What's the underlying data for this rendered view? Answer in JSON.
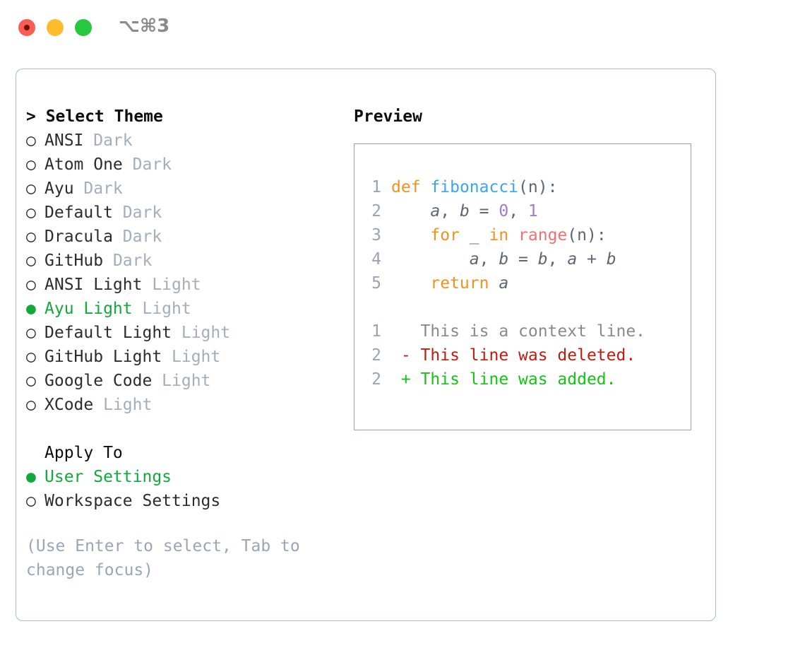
{
  "window": {
    "shortcut": "⌥⌘3",
    "traffic_lights": [
      "close",
      "minimize",
      "maximize"
    ],
    "colors": {
      "close": "#fb5d55",
      "minimize": "#fcbc2e",
      "maximize": "#27c83f",
      "panel_border": "#aeb8c6",
      "preview_border": "#94a3b3",
      "accent_selected": "#11a93c",
      "muted": "#a3aebb"
    }
  },
  "theme_section": {
    "prompt": ">",
    "title": "Select Theme",
    "selected_bullet": "●",
    "unselected_bullet": "○",
    "items": [
      {
        "name": "ANSI",
        "kind": "Dark",
        "selected": false
      },
      {
        "name": "Atom One",
        "kind": "Dark",
        "selected": false
      },
      {
        "name": "Ayu",
        "kind": "Dark",
        "selected": false
      },
      {
        "name": "Default",
        "kind": "Dark",
        "selected": false
      },
      {
        "name": "Dracula",
        "kind": "Dark",
        "selected": false
      },
      {
        "name": "GitHub",
        "kind": "Dark",
        "selected": false
      },
      {
        "name": "ANSI Light",
        "kind": "Light",
        "selected": false
      },
      {
        "name": "Ayu Light",
        "kind": "Light",
        "selected": true
      },
      {
        "name": "Default Light",
        "kind": "Light",
        "selected": false
      },
      {
        "name": "GitHub Light",
        "kind": "Light",
        "selected": false
      },
      {
        "name": "Google Code",
        "kind": "Light",
        "selected": false
      },
      {
        "name": "XCode",
        "kind": "Light",
        "selected": false
      }
    ]
  },
  "apply_section": {
    "title": "Apply To",
    "items": [
      {
        "name": "User Settings",
        "selected": true
      },
      {
        "name": "Workspace Settings",
        "selected": false
      }
    ]
  },
  "help": {
    "text": "(Use Enter to select, Tab to change focus)"
  },
  "preview": {
    "title": "Preview",
    "code": [
      {
        "lineno": "1",
        "tokens": [
          {
            "t": "def",
            "c": "kw"
          },
          {
            "t": " ",
            "c": "punct"
          },
          {
            "t": "fibonacci",
            "c": "fn"
          },
          {
            "t": "(n):",
            "c": "punct"
          }
        ]
      },
      {
        "lineno": "2",
        "tokens": [
          {
            "t": "    ",
            "c": "punct"
          },
          {
            "t": "a",
            "c": "var"
          },
          {
            "t": ", ",
            "c": "punct"
          },
          {
            "t": "b",
            "c": "var"
          },
          {
            "t": " = ",
            "c": "punct"
          },
          {
            "t": "0",
            "c": "num"
          },
          {
            "t": ", ",
            "c": "punct"
          },
          {
            "t": "1",
            "c": "num"
          }
        ]
      },
      {
        "lineno": "3",
        "tokens": [
          {
            "t": "    ",
            "c": "punct"
          },
          {
            "t": "for",
            "c": "kw"
          },
          {
            "t": " _ ",
            "c": "punct"
          },
          {
            "t": "in",
            "c": "kw"
          },
          {
            "t": " ",
            "c": "punct"
          },
          {
            "t": "range",
            "c": "builtin"
          },
          {
            "t": "(n):",
            "c": "punct"
          }
        ]
      },
      {
        "lineno": "4",
        "tokens": [
          {
            "t": "        ",
            "c": "punct"
          },
          {
            "t": "a",
            "c": "var"
          },
          {
            "t": ", ",
            "c": "punct"
          },
          {
            "t": "b",
            "c": "var"
          },
          {
            "t": " = ",
            "c": "punct"
          },
          {
            "t": "b",
            "c": "var"
          },
          {
            "t": ", ",
            "c": "punct"
          },
          {
            "t": "a",
            "c": "var"
          },
          {
            "t": " + ",
            "c": "punct"
          },
          {
            "t": "b",
            "c": "var"
          }
        ]
      },
      {
        "lineno": "5",
        "tokens": [
          {
            "t": "    ",
            "c": "punct"
          },
          {
            "t": "return",
            "c": "kw"
          },
          {
            "t": " ",
            "c": "punct"
          },
          {
            "t": "a",
            "c": "var"
          }
        ]
      }
    ],
    "diff": [
      {
        "lineno": "1",
        "marker": " ",
        "text": "This is a context line.",
        "kind": "ctx"
      },
      {
        "lineno": "2",
        "marker": "-",
        "text": "This line was deleted.",
        "kind": "del"
      },
      {
        "lineno": "2",
        "marker": "+",
        "text": "This line was added.",
        "kind": "add"
      }
    ]
  }
}
